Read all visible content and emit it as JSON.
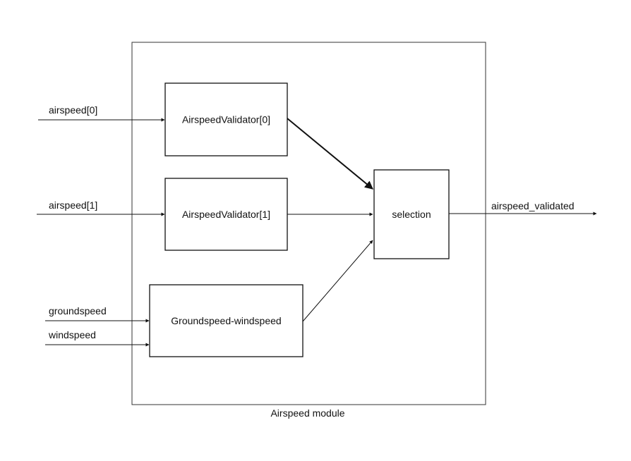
{
  "module": {
    "label": "Airspeed module"
  },
  "blocks": {
    "validator0": "AirspeedValidator[0]",
    "validator1": "AirspeedValidator[1]",
    "groundspeed_windspeed": "Groundspeed-windspeed",
    "selection": "selection"
  },
  "inputs": {
    "airspeed0": "airspeed[0]",
    "airspeed1": "airspeed[1]",
    "groundspeed": "groundspeed",
    "windspeed": "windspeed"
  },
  "outputs": {
    "airspeed_validated": "airspeed_validated"
  }
}
